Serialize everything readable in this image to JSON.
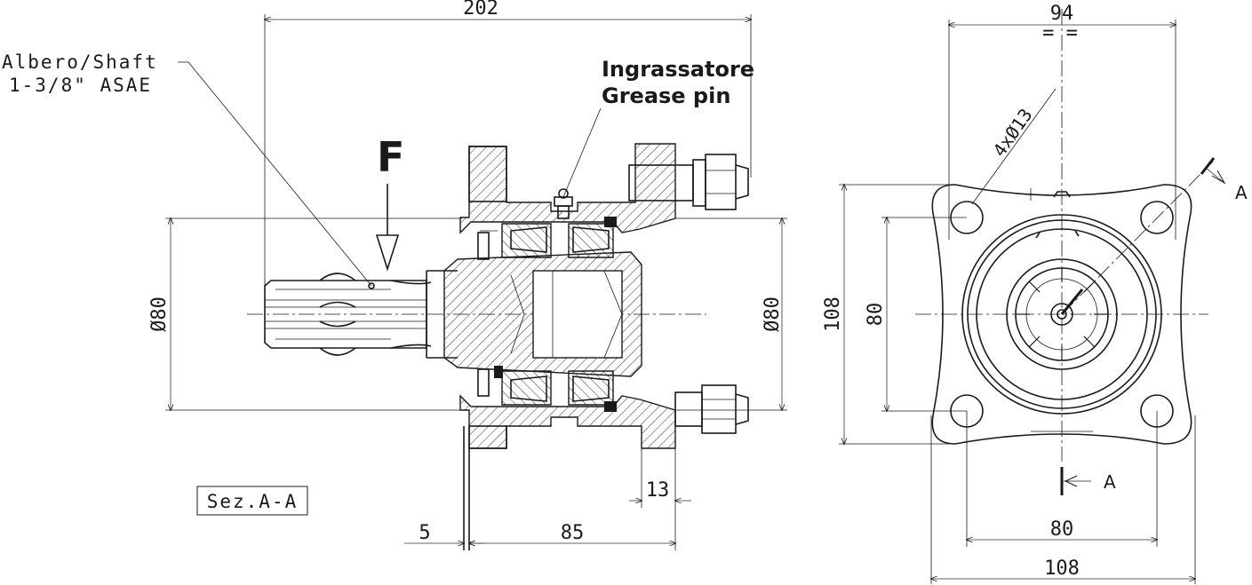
{
  "labels": {
    "shaft_line1": "Albero/Shaft",
    "shaft_line2": "1-3/8\" ASAE",
    "grease_line1": "Ingrassatore",
    "grease_line2": "Grease pin",
    "force": "F",
    "section": "Sez.A-A",
    "section_marker_top": "A",
    "section_marker_bottom": "A",
    "symmetry_marks": "= ="
  },
  "dimensions": {
    "overall_length": "202",
    "shaft_diameter_left": "Ø80",
    "shaft_diameter_right": "Ø80",
    "flange_thickness": "5",
    "housing_length": "85",
    "nut_offset": "13",
    "top_width": "94",
    "holes": "4xØ13",
    "height_outer": "108",
    "height_inner": "80",
    "bottom_inner": "80",
    "bottom_outer": "108"
  }
}
